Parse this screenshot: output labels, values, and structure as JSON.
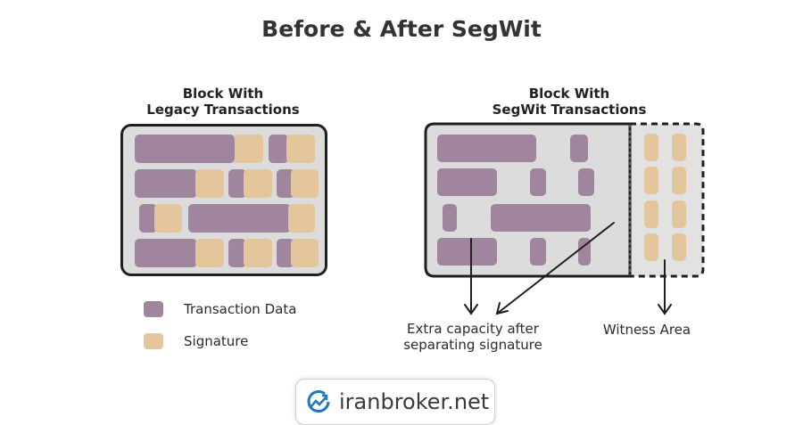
{
  "title": "Before & After SegWit",
  "legacy": {
    "title_line1": "Block With",
    "title_line2": "Legacy Transactions"
  },
  "segwit": {
    "title_line1": "Block With",
    "title_line2": "SegWit Transactions"
  },
  "legend": {
    "transaction": "Transaction Data",
    "signature": "Signature"
  },
  "annotations": {
    "extra_line1": "Extra capacity after",
    "extra_line2": "separating signature",
    "witness": "Witness Area"
  },
  "logo": {
    "text": "iranbroker.net"
  },
  "colors": {
    "transaction": "#a0859e",
    "signature": "#e3c69c",
    "block_fill": "#dcdcdc"
  }
}
